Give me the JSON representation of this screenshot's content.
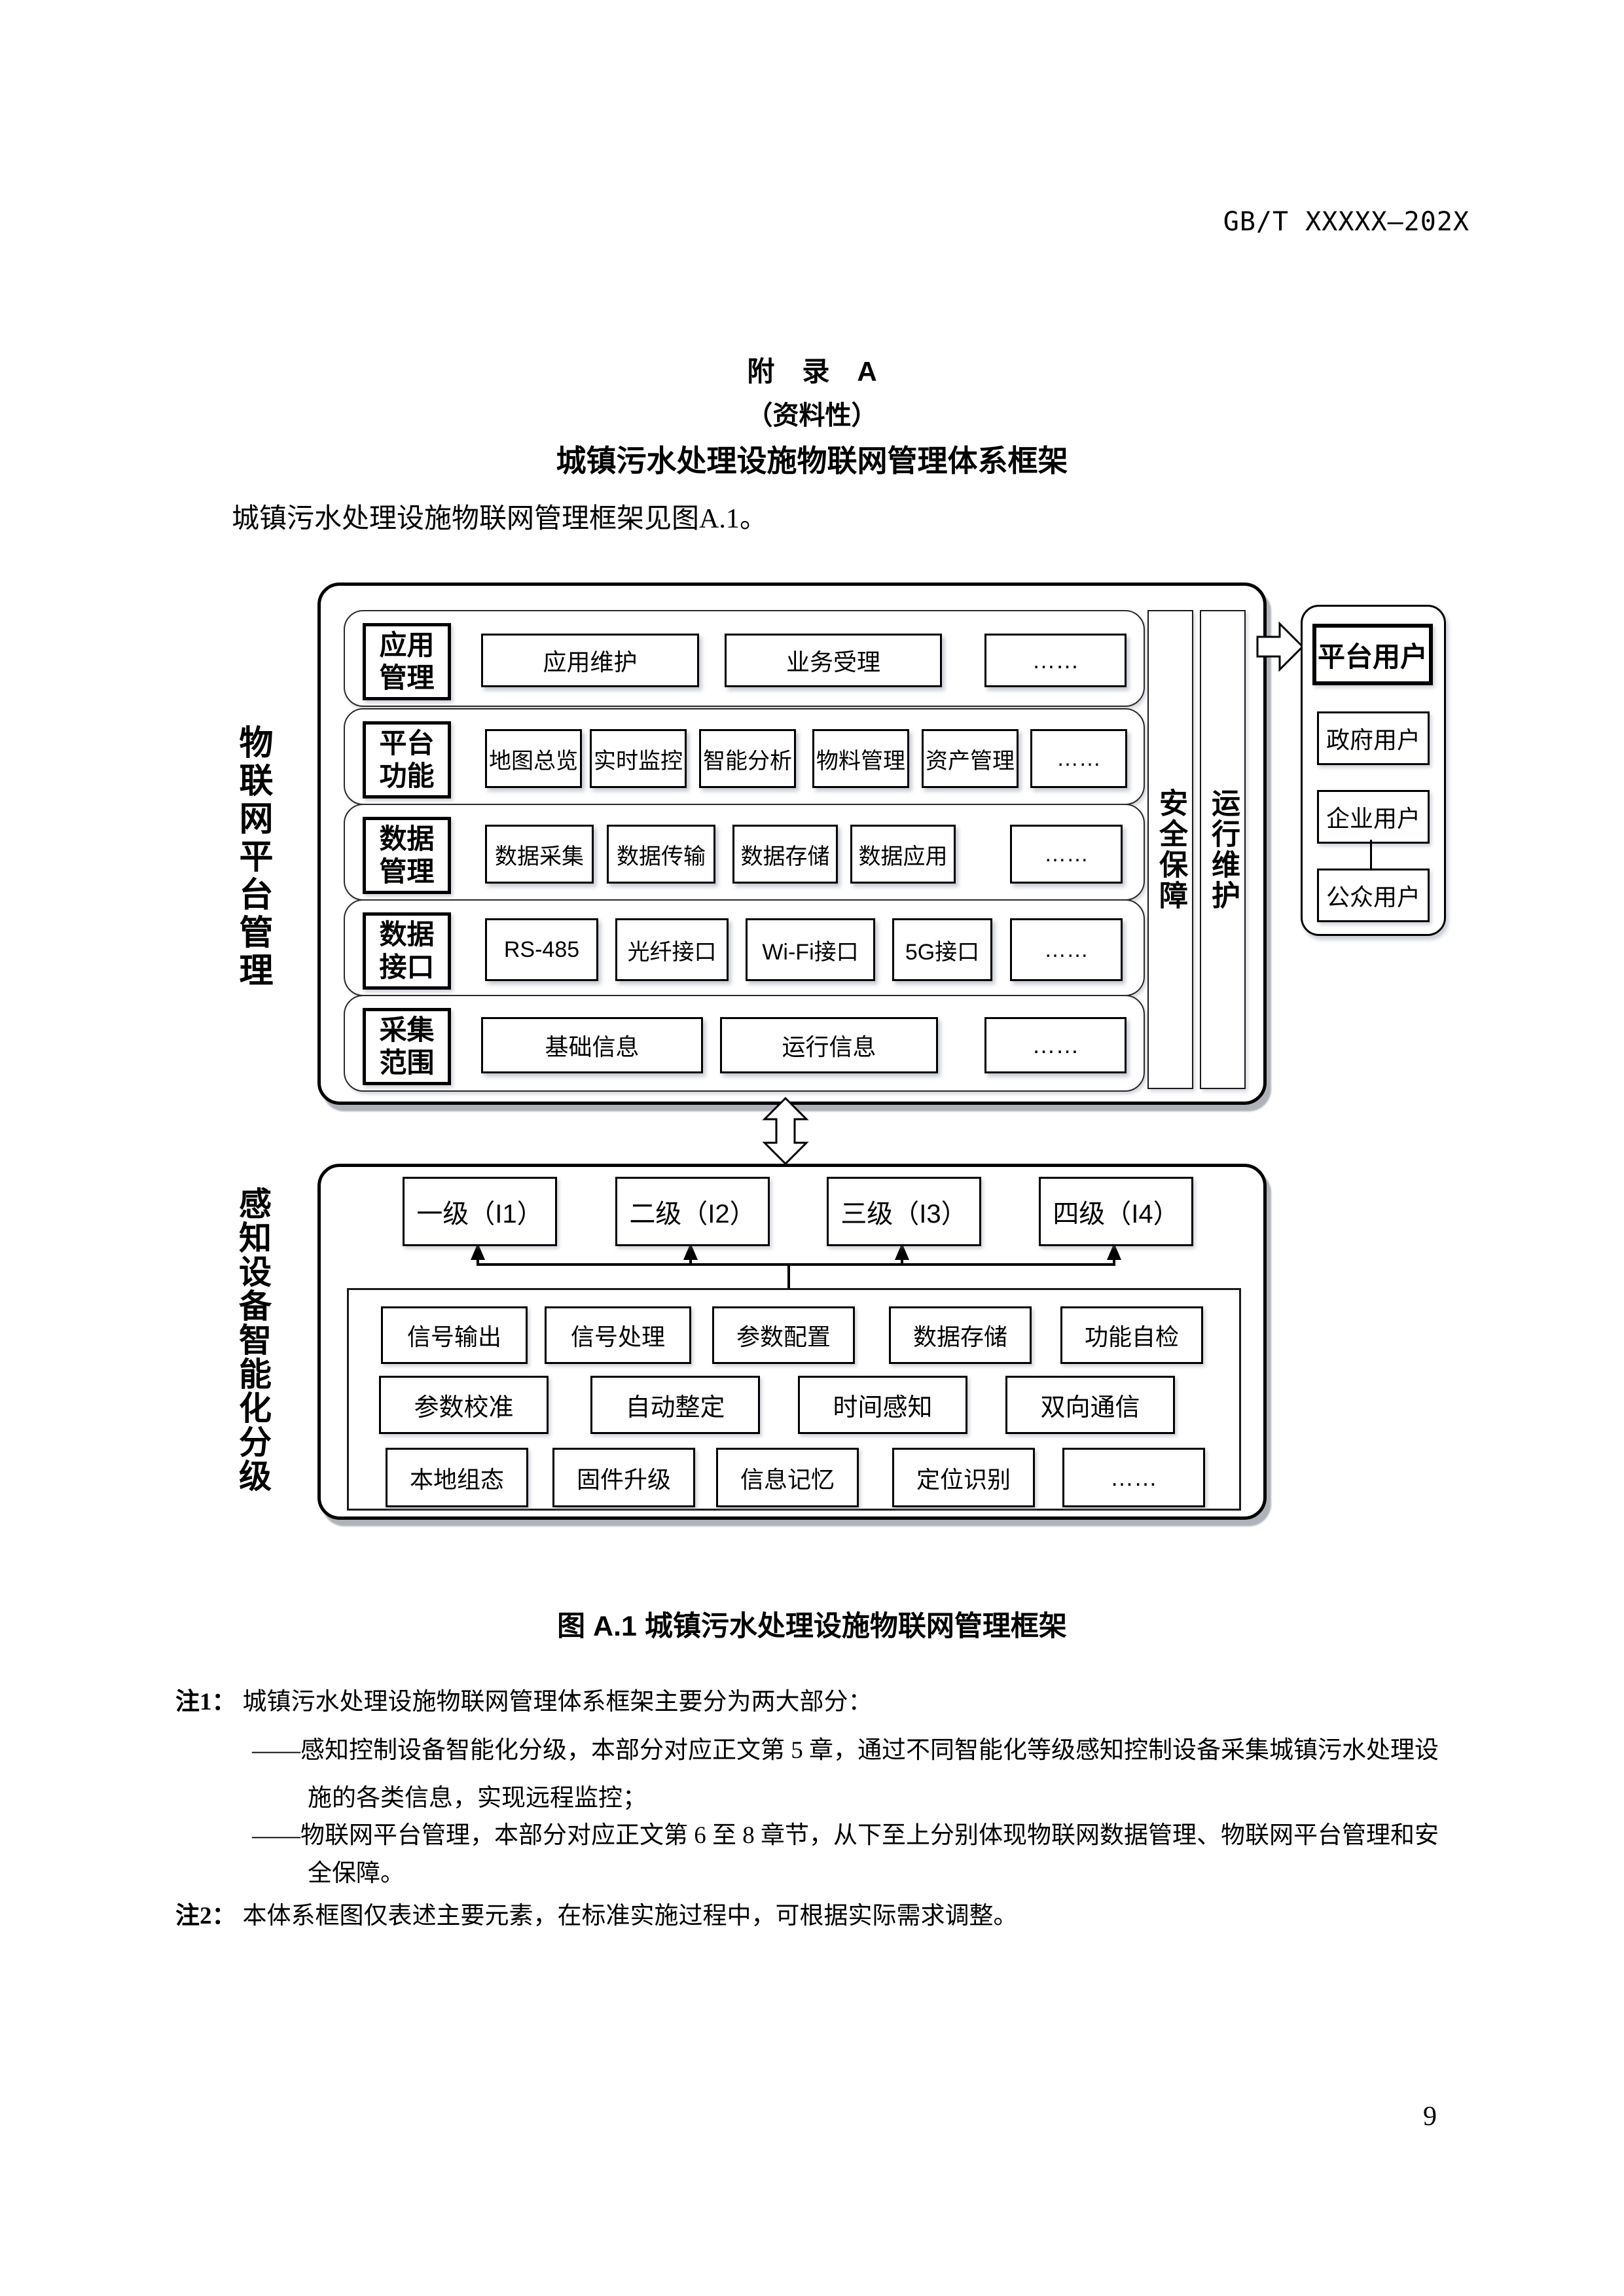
{
  "header": {
    "doc_code": "GB/T XXXXX—202X"
  },
  "appendix": {
    "label": "附　录　A",
    "informative": "（资料性）",
    "title": "城镇污水处理设施物联网管理体系框架",
    "intro": "城镇污水处理设施物联网管理框架见图A.1。"
  },
  "platform": {
    "side_label": "物联网平台管理",
    "rows": [
      {
        "label_lines": [
          "应用",
          "管理"
        ],
        "items": [
          "应用维护",
          "业务受理",
          "……"
        ]
      },
      {
        "label_lines": [
          "平台",
          "功能"
        ],
        "items": [
          "地图总览",
          "实时监控",
          "智能分析",
          "物料管理",
          "资产管理",
          "……"
        ]
      },
      {
        "label_lines": [
          "数据",
          "管理"
        ],
        "items": [
          "数据采集",
          "数据传输",
          "数据存储",
          "数据应用",
          "……"
        ]
      },
      {
        "label_lines": [
          "数据",
          "接口"
        ],
        "items": [
          "RS-485",
          "光纤接口",
          "Wi-Fi接口",
          "5G接口",
          "……"
        ]
      },
      {
        "label_lines": [
          "采集",
          "范围"
        ],
        "items": [
          "基础信息",
          "运行信息",
          "……"
        ]
      }
    ],
    "pillars": [
      "安全保障",
      "运行维护"
    ]
  },
  "users": {
    "title": "平台用户",
    "items": [
      "政府用户",
      "企业用户",
      "公众用户"
    ]
  },
  "device": {
    "side_label": "感知设备智能化分级",
    "levels": [
      "一级（I1）",
      "二级（I2）",
      "三级（I3）",
      "四级（I4）"
    ],
    "feature_rows": [
      [
        "信号输出",
        "信号处理",
        "参数配置",
        "数据存储",
        "功能自检"
      ],
      [
        "参数校准",
        "自动整定",
        "时间感知",
        "双向通信"
      ],
      [
        "本地组态",
        "固件升级",
        "信息记忆",
        "定位识别",
        "……"
      ]
    ]
  },
  "figure": {
    "caption": "图 A.1 城镇污水处理设施物联网管理框架"
  },
  "notes": {
    "note1_label": "注1：",
    "note1_text": "城镇污水处理设施物联网管理体系框架主要分为两大部分：",
    "dash1_line1": "——感知控制设备智能化分级，本部分对应正文第 5 章，通过不同智能化等级感知控制设备采集城镇污水处理设",
    "dash1_line2": "施的各类信息，实现远程监控；",
    "dash2_line1": "——物联网平台管理，本部分对应正文第 6 至 8 章节，从下至上分别体现物联网数据管理、物联网平台管理和安",
    "dash2_line2": "全保障。",
    "note2_label": "注2：",
    "note2_text": "本体系框图仅表述主要元素，在标准实施过程中，可根据实际需求调整。"
  },
  "page": {
    "number": "9"
  }
}
